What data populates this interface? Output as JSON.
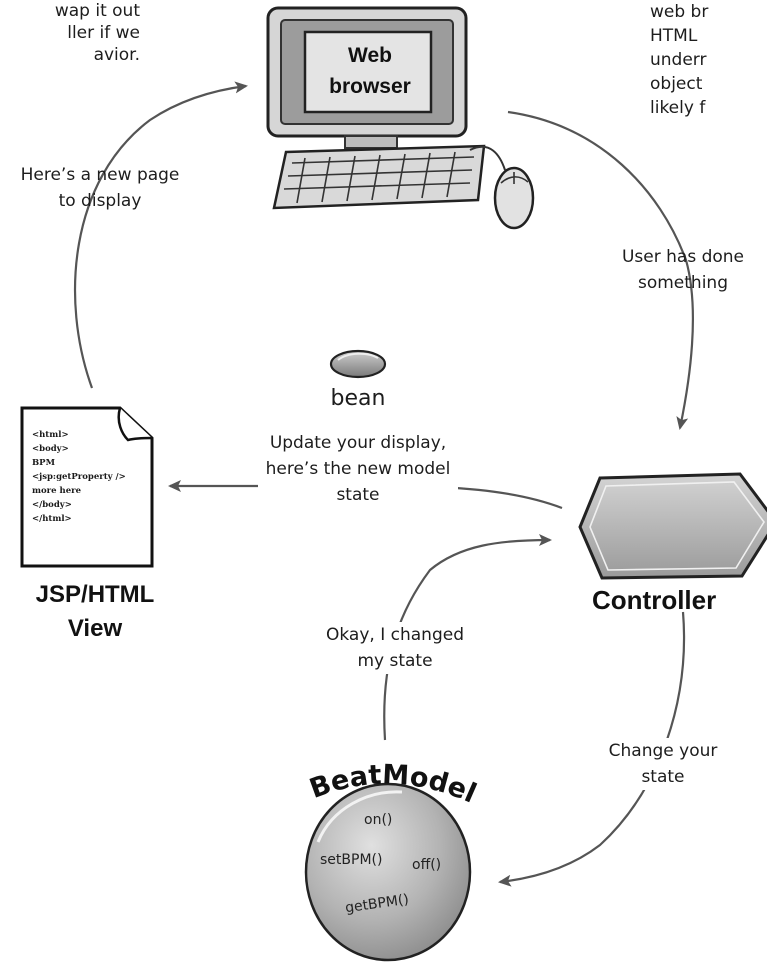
{
  "top_left_note": [
    "wap it out",
    "ller if we",
    "avior."
  ],
  "top_right_note": [
    "web br",
    "HTML",
    "underr",
    "object",
    "likely f"
  ],
  "browser": {
    "line1": "Web",
    "line2": "browser"
  },
  "arrows": {
    "new_page": [
      "Here’s a new page",
      "to display"
    ],
    "user_action": [
      "User has done",
      "something"
    ],
    "update_display": [
      "Update your display,",
      "here’s the new model",
      "state"
    ],
    "changed_state": [
      "Okay, I changed",
      "my state"
    ],
    "change_state": [
      "Change your",
      "state"
    ]
  },
  "bean_label": "bean",
  "view": {
    "code_lines": [
      "<html>",
      "<body>",
      "BPM",
      "<jsp:getProperty />",
      "more here",
      "</body>",
      "</html>"
    ],
    "title_line1": "JSP/HTML",
    "title_line2": "View"
  },
  "controller_label": "Controller",
  "model": {
    "title": "BeatModel",
    "methods": [
      "on()",
      "setBPM()",
      "off()",
      "getBPM()"
    ]
  }
}
